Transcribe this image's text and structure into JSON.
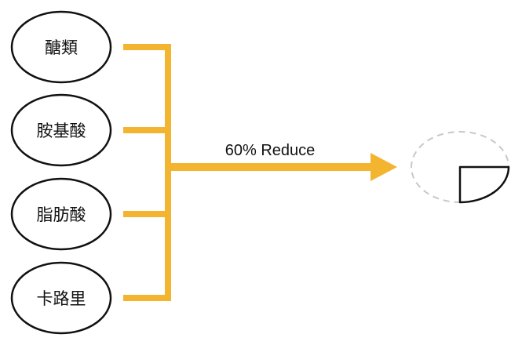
{
  "nodes": [
    {
      "label": "醣類"
    },
    {
      "label": "胺基酸"
    },
    {
      "label": "脂肪酸"
    },
    {
      "label": "卡路里"
    }
  ],
  "arrow": {
    "label": "60% Reduce",
    "reduction_percent": 60
  },
  "colors": {
    "connector": "#f3b52f",
    "node_stroke": "#111111",
    "target_dashed": "#c8c8c8"
  }
}
